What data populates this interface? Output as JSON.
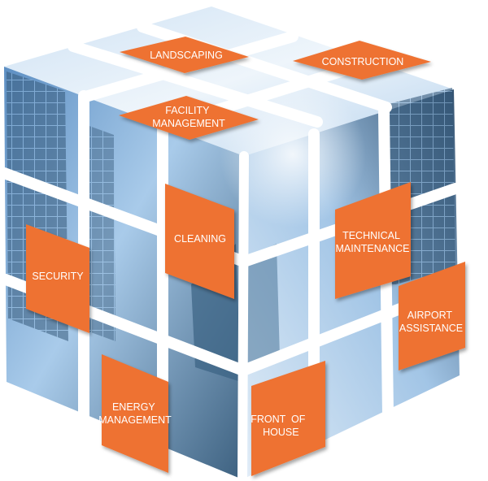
{
  "colors": {
    "tile": "#ee7230",
    "tile_shadow": "#b7551f",
    "sky_light": "#e8f1fa",
    "sky_mid": "#9fc3e6",
    "sky_deep": "#5f92c6",
    "glass_dark": "#2f4f6c",
    "grid_gap": "#ffffff"
  },
  "services": {
    "landscaping": [
      "LANDSCAPING"
    ],
    "construction": [
      "CONSTRUCTION"
    ],
    "facility_management": [
      "FACILITY",
      "MANAGEMENT"
    ],
    "cleaning": [
      "CLEANING"
    ],
    "technical_maintenance": [
      "TECHNICAL",
      "MAINTENANCE"
    ],
    "security": [
      "SECURITY"
    ],
    "airport_assistance": [
      "AIRPORT",
      "ASSISTANCE"
    ],
    "energy_management": [
      "ENERGY",
      "MANAGEMENT"
    ],
    "front_of_house": [
      "FRONT  OF",
      "HOUSE"
    ]
  }
}
